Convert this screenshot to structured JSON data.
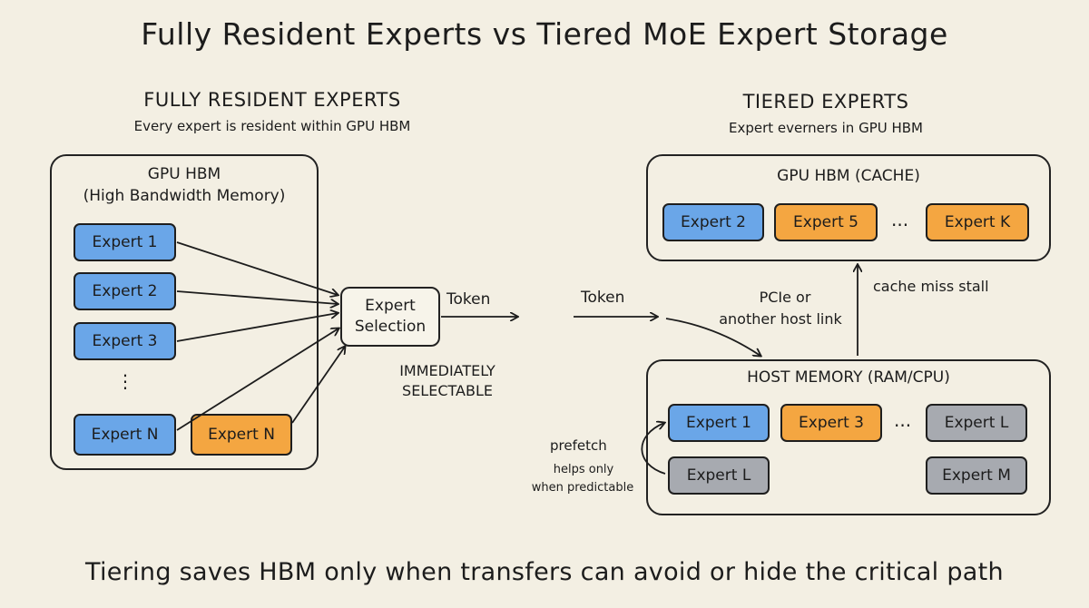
{
  "title": "Fully Resident Experts vs Tiered MoE Expert Storage",
  "left": {
    "heading": "FULLY RESIDENT EXPERTS",
    "subtitle": "Every expert is resident within GPU HBM",
    "panel_title": "GPU HBM",
    "panel_subtitle": "(High Bandwidth Memory)",
    "experts": [
      "Expert 1",
      "Expert 2",
      "Expert 3",
      "Expert N"
    ],
    "orange_expert": "Expert N",
    "vertical_dots": "⋮",
    "selection_label": "Expert Selection",
    "token_label": "Token",
    "immediate_note": "IMMEDIATELY SELECTABLE"
  },
  "right": {
    "heading": "TIERED EXPERTS",
    "subtitle": "Expert everners in GPU HBM",
    "cache": {
      "title": "GPU HBM (CACHE)",
      "experts": [
        "Expert 2",
        "Expert 5",
        "Expert K"
      ],
      "dots": "..."
    },
    "token_label": "Token",
    "link_label_1": "PCIe or",
    "link_label_2": "another host link",
    "stall_label": "cache miss stall",
    "host": {
      "title": "HOST MEMORY (RAM/CPU)",
      "row1": [
        "Expert 1",
        "Expert 3",
        "Expert L"
      ],
      "row2": [
        "Expert L",
        "Expert M"
      ],
      "dots": "..."
    },
    "prefetch_label": "prefetch",
    "prefetch_note_1": "helps only",
    "prefetch_note_2": "when predictable"
  },
  "footer": "Tiering saves HBM only when transfers can avoid or hide the critical path",
  "colors": {
    "blue": "#6aa6e8",
    "orange": "#f4a641",
    "gray": "#a7aab0",
    "background": "#f3efe3"
  }
}
